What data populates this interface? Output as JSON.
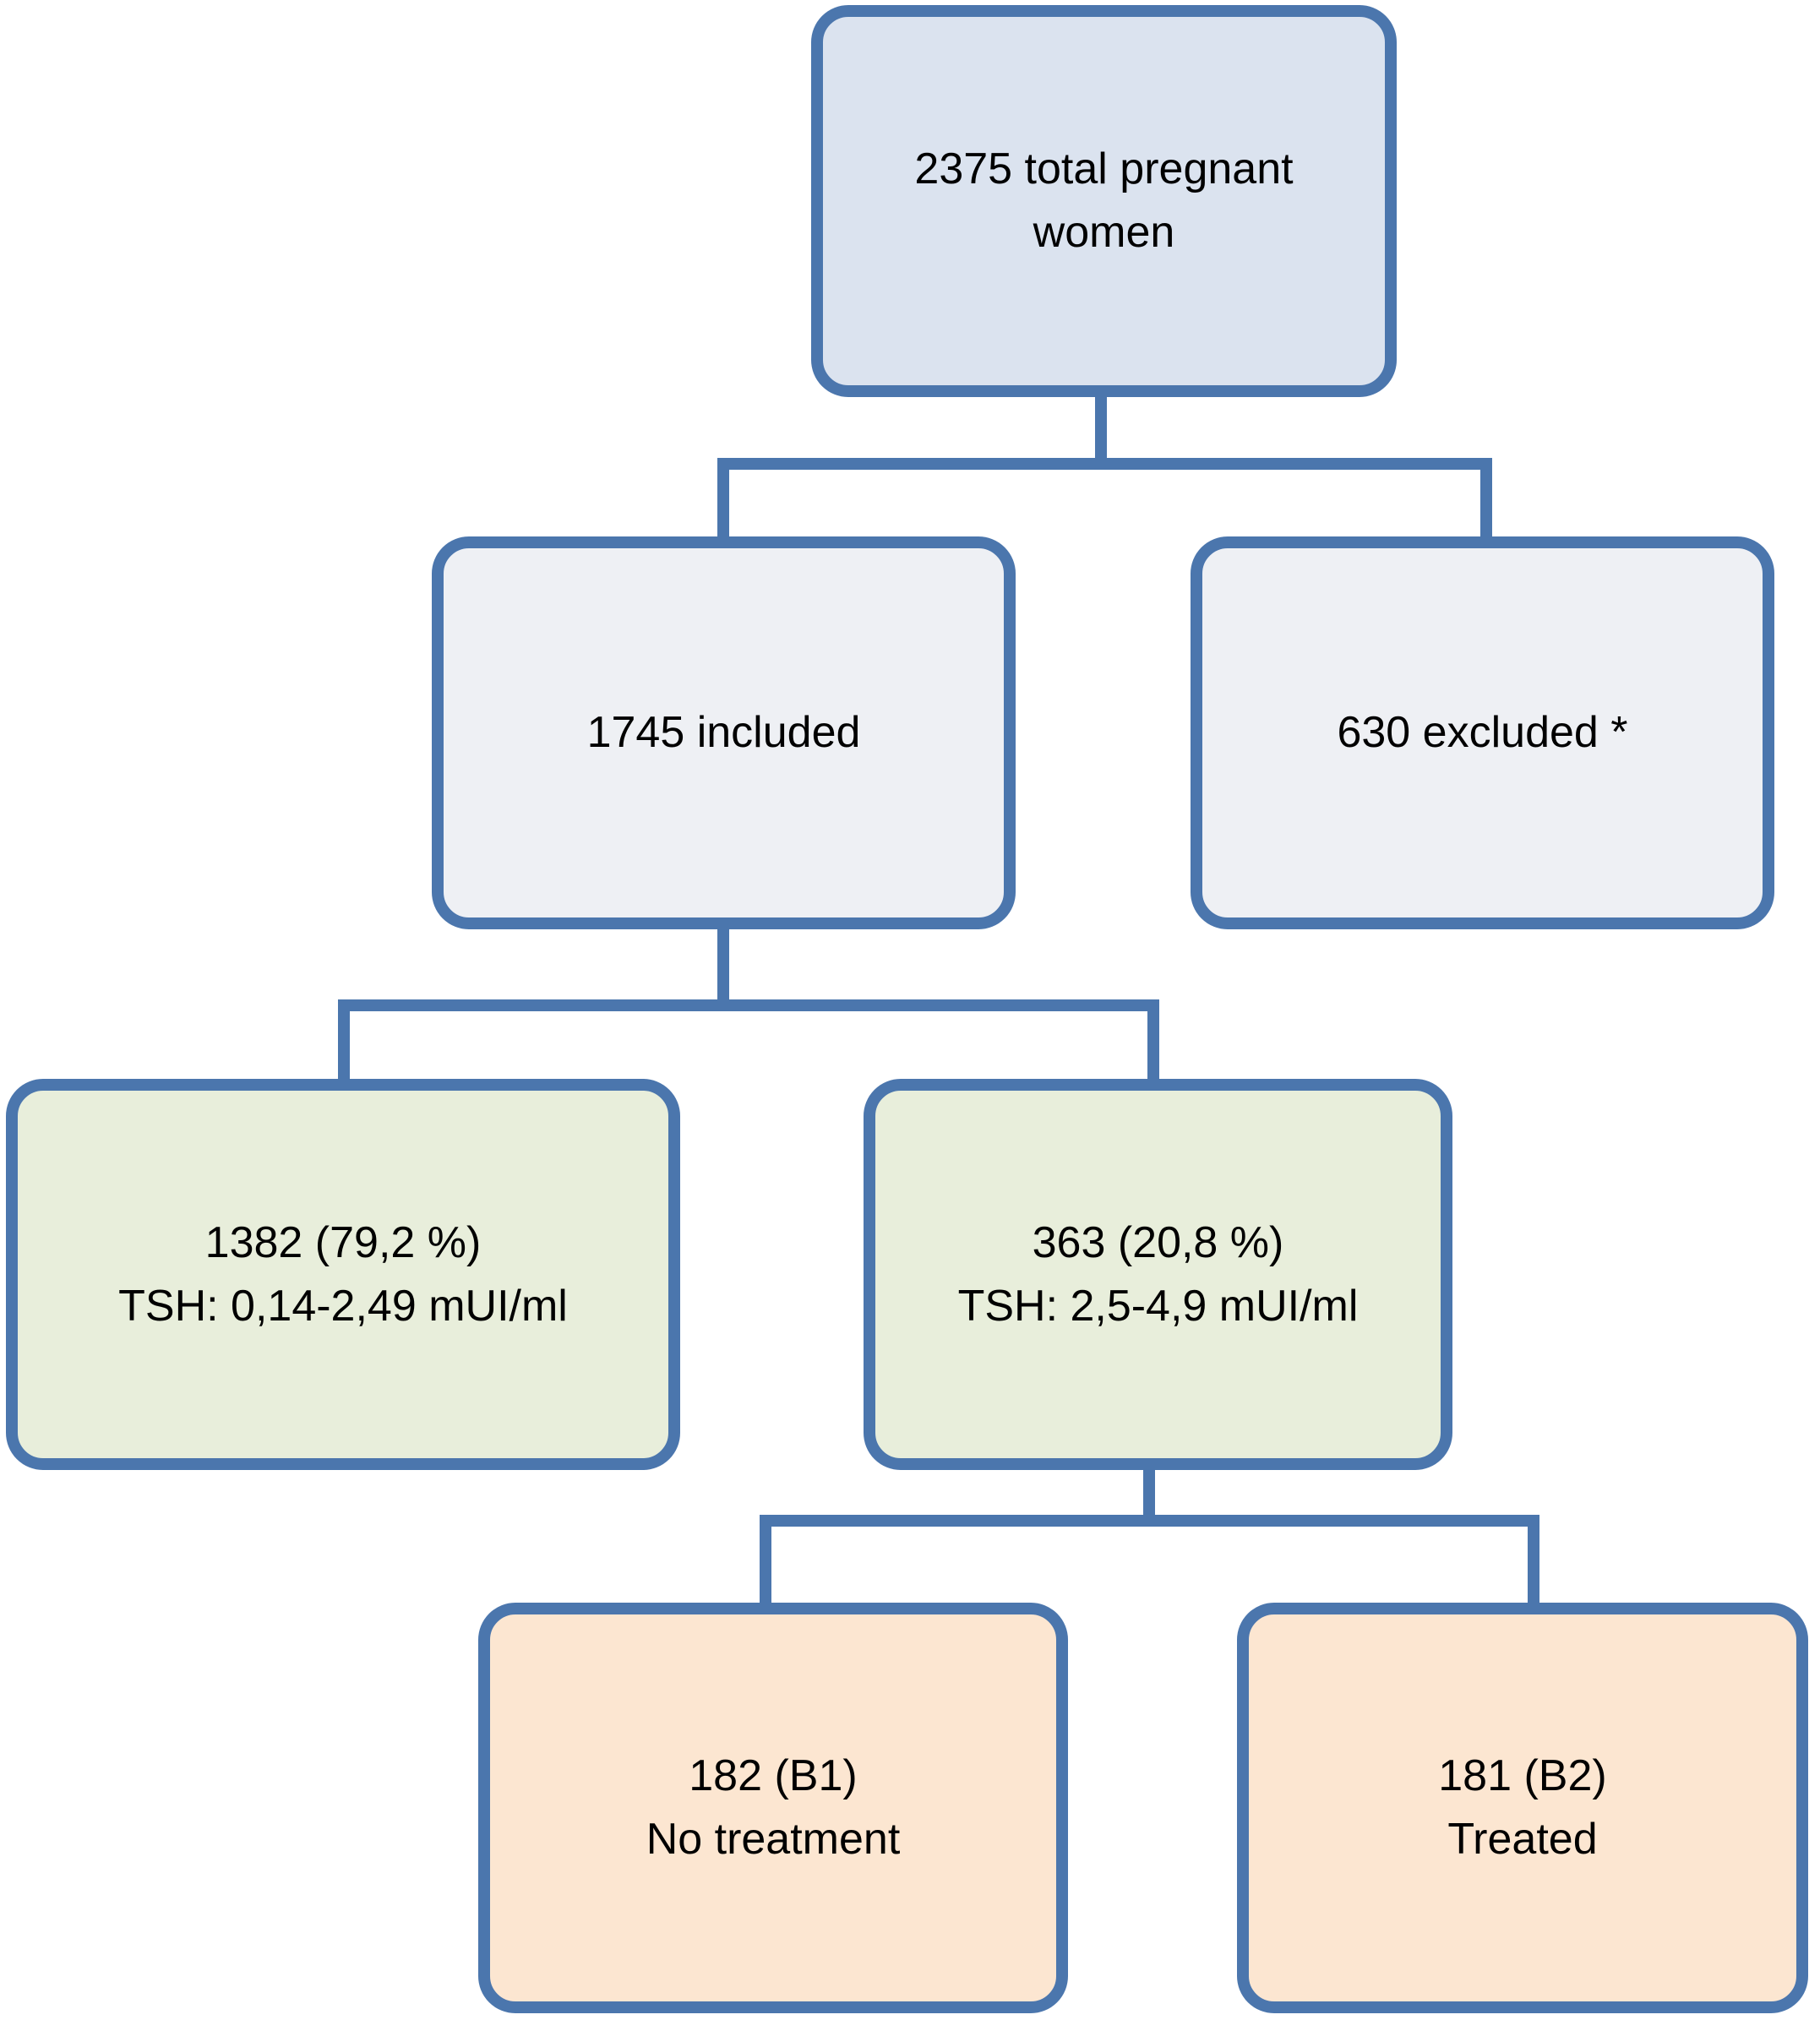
{
  "flowchart": {
    "nodes": {
      "total": {
        "line1": "2375 total pregnant",
        "line2": "women"
      },
      "included": {
        "line1": "1745 included"
      },
      "excluded": {
        "line1": "630 excluded *"
      },
      "tsh_normal": {
        "line1": "1382 (79,2 %)",
        "line2": "TSH: 0,14-2,49 mUI/ml"
      },
      "tsh_elevated": {
        "line1": "363 (20,8 %)",
        "line2": "TSH: 2,5-4,9 mUI/ml"
      },
      "b1_no_treatment": {
        "line1": "182 (B1)",
        "line2": "No treatment"
      },
      "b2_treated": {
        "line1": "181 (B2)",
        "line2": "Treated"
      }
    },
    "colors": {
      "line_blue": "#4b76ad",
      "fill_blue": "#dbe3ef",
      "fill_gray": "#eef0f4",
      "fill_green": "#e8eedb",
      "fill_peach": "#fce6d1",
      "text": "#000000"
    }
  }
}
